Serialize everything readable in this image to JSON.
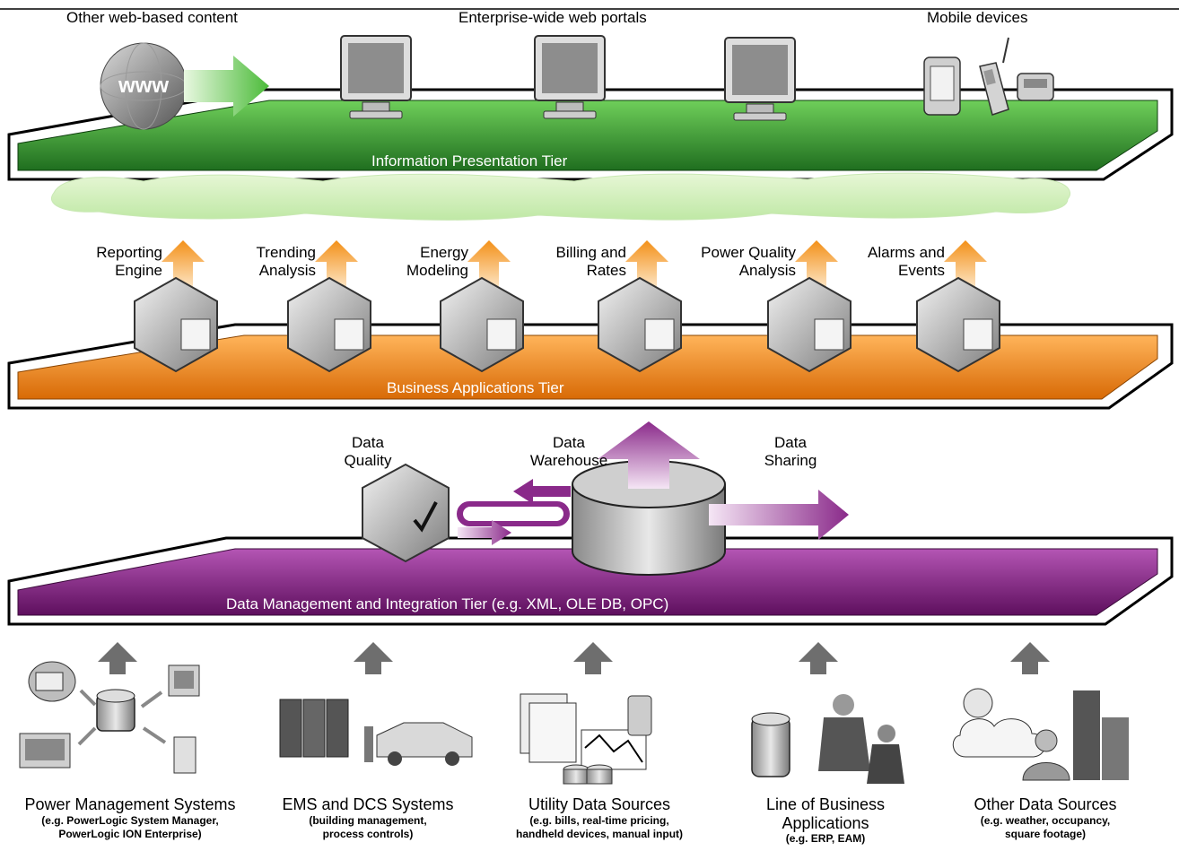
{
  "top_labels": {
    "other_web": "Other web-based content",
    "portals": "Enterprise-wide web portals",
    "mobile": "Mobile devices",
    "www": "www"
  },
  "tiers": {
    "presentation": "Information Presentation Tier",
    "business": "Business Applications Tier",
    "data": "Data Management and Integration Tier (e.g. XML, OLE DB, OPC)"
  },
  "apps": [
    {
      "line1": "Reporting",
      "line2": "Engine"
    },
    {
      "line1": "Trending",
      "line2": "Analysis"
    },
    {
      "line1": "Energy",
      "line2": "Modeling"
    },
    {
      "line1": "Billing and",
      "line2": "Rates"
    },
    {
      "line1": "Power Quality",
      "line2": "Analysis"
    },
    {
      "line1": "Alarms and",
      "line2": "Events"
    }
  ],
  "data_components": {
    "quality": {
      "line1": "Data",
      "line2": "Quality"
    },
    "warehouse": {
      "line1": "Data",
      "line2": "Warehouse"
    },
    "sharing": {
      "line1": "Data",
      "line2": "Sharing"
    }
  },
  "sources": [
    {
      "title": "Power Management Systems",
      "sub1": "(e.g. PowerLogic System Manager,",
      "sub2": "PowerLogic ION Enterprise)"
    },
    {
      "title": "EMS and DCS Systems",
      "sub1": "(building management,",
      "sub2": "process controls)"
    },
    {
      "title": "Utility Data Sources",
      "sub1": "(e.g. bills, real-time pricing,",
      "sub2": "handheld devices, manual input)"
    },
    {
      "title": "Line of Business",
      "title2": "Applications",
      "sub1": "(e.g. ERP, EAM)"
    },
    {
      "title": "Other Data Sources",
      "sub1": "(e.g. weather, occupancy,",
      "sub2": "square footage)"
    }
  ],
  "colors": {
    "presentation": "#2e7d2e",
    "business": "#f08a1c",
    "data": "#7a1f7a",
    "arrow_orange": "#f7a23a",
    "arrow_gray": "#6e6e6e"
  }
}
